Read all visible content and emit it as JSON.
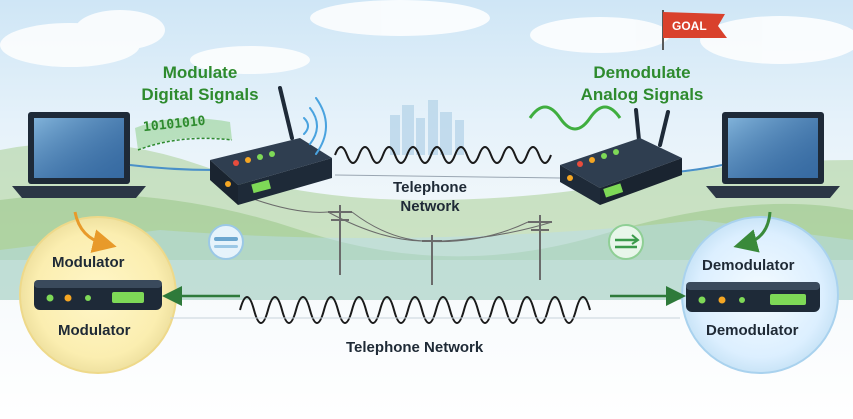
{
  "labels": {
    "modulate_title_line1": "Modulate",
    "modulate_title_line2": "Digital Signals",
    "demodulate_title_line1": "Demodulate",
    "demodulate_title_line2": "Analog Signals",
    "binary": "10101010",
    "goal_flag": "GOAL",
    "telephone_network_top_line1": "Telephone",
    "telephone_network_top_line2": "Network",
    "modulator_top": "Modulator",
    "modulator_bottom": "Modulator",
    "demodulator_top": "Demodulator",
    "demodulator_bottom": "Demodulator",
    "telephone_network_bottom": "Telephone Network"
  },
  "colors": {
    "signal_green": "#2e8b2e",
    "arrow_orange": "#e89a2a",
    "flag_red": "#d9412c",
    "device_dark": "#1e2a38",
    "led_green": "#7ed957",
    "led_amber": "#f5a623",
    "led_red": "#e74c3c"
  },
  "icons": [
    "laptop-icon",
    "router-icon",
    "antenna-icon",
    "wifi-waves-icon",
    "modem-icon",
    "utility-pole-icon",
    "flag-icon",
    "exchange-icon"
  ]
}
